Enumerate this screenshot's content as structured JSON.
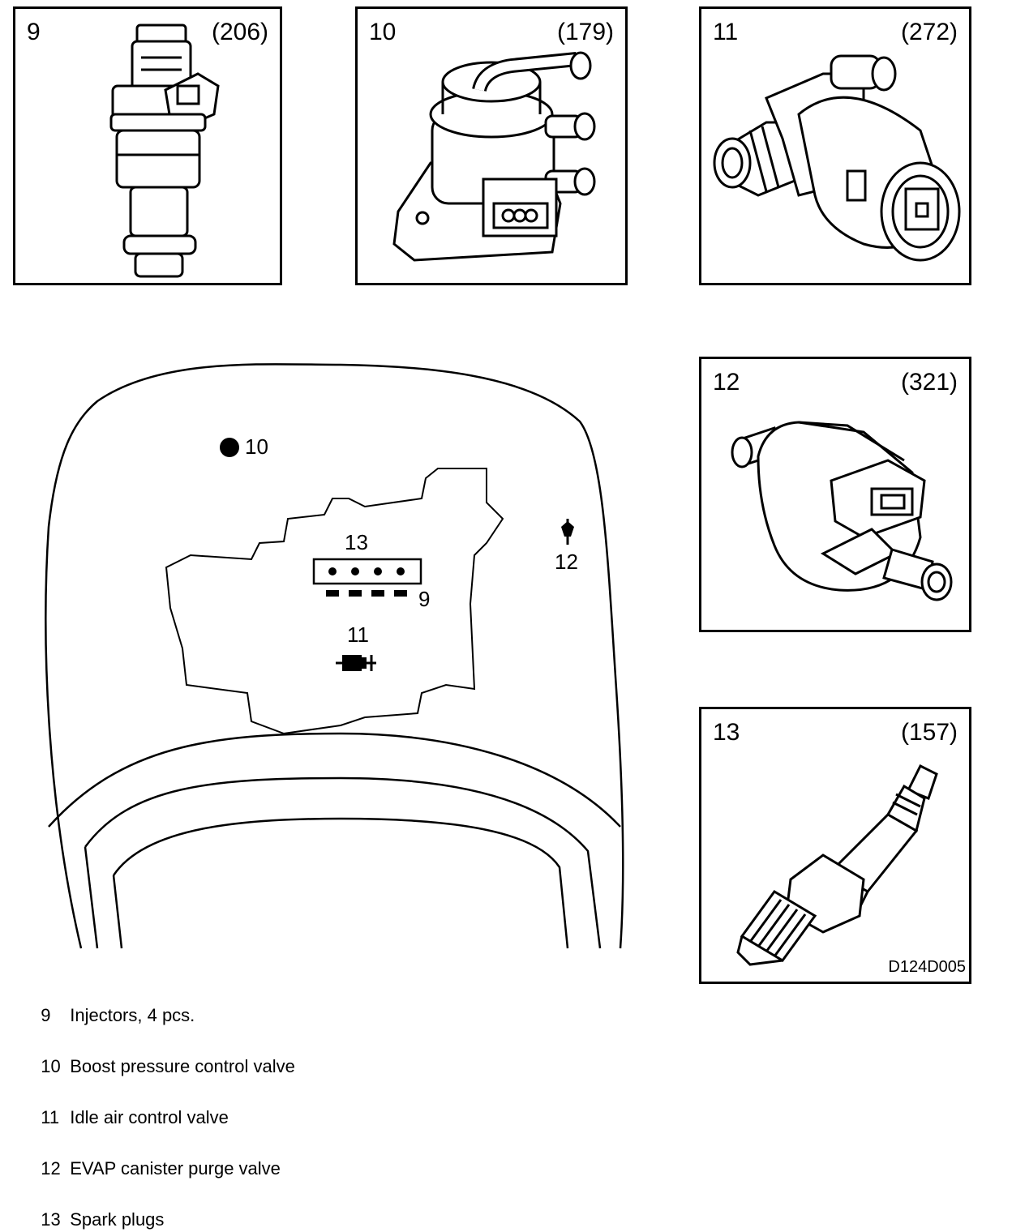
{
  "panels": [
    {
      "num": "9",
      "ref": "(206)"
    },
    {
      "num": "10",
      "ref": "(179)"
    },
    {
      "num": "11",
      "ref": "(272)"
    },
    {
      "num": "12",
      "ref": "(321)"
    },
    {
      "num": "13",
      "ref": "(157)"
    }
  ],
  "figure_code": "D124D005",
  "map_labels": {
    "boost_valve": "10",
    "spark_plugs": "13",
    "injectors": "9",
    "idle_valve": "11",
    "evap_valve": "12"
  },
  "legend": [
    {
      "num": "9",
      "text": "Injectors, 4 pcs."
    },
    {
      "num": "10",
      "text": "Boost pressure control valve"
    },
    {
      "num": "11",
      "text": "Idle air control valve"
    },
    {
      "num": "12",
      "text": "EVAP canister purge valve"
    },
    {
      "num": "13",
      "text": "Spark plugs"
    }
  ]
}
